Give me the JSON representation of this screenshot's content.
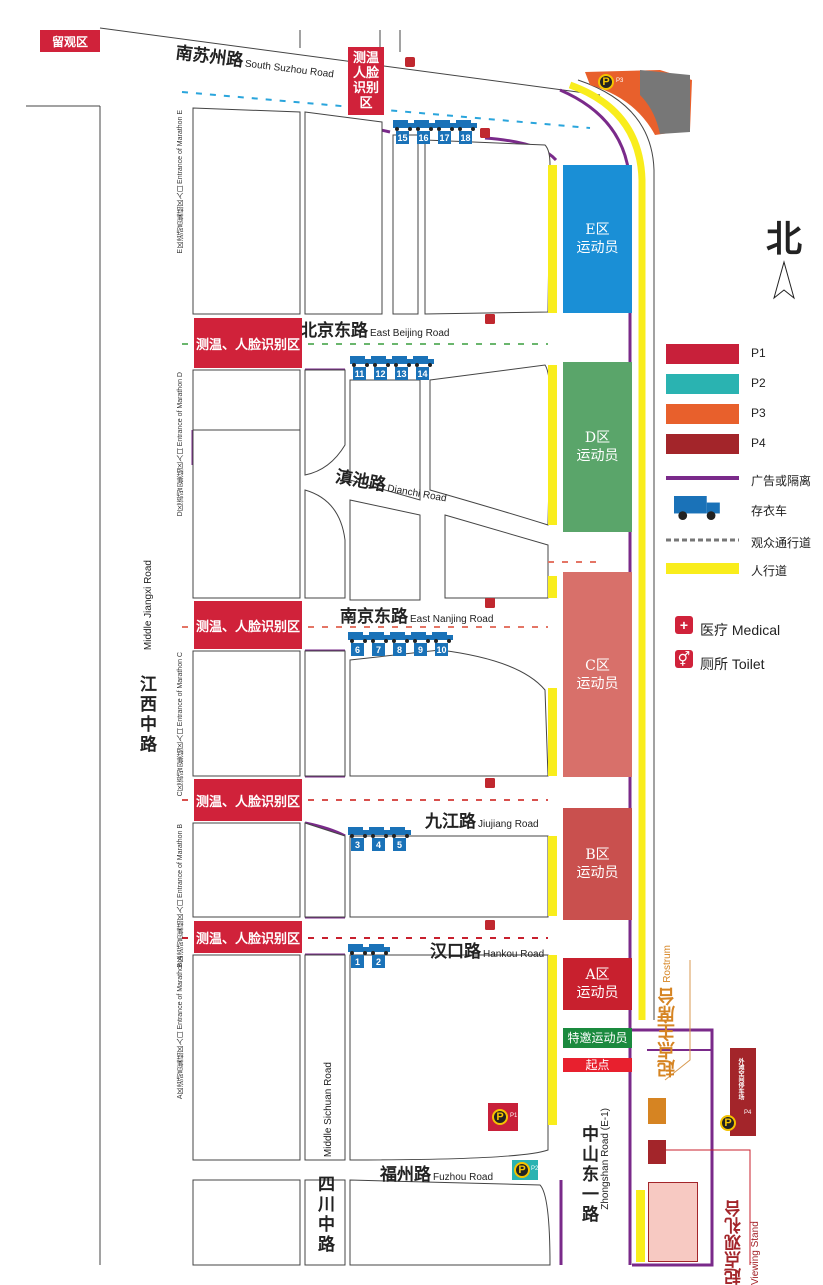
{
  "title_tag": "留观区",
  "north": "北",
  "roads": {
    "south_suzhou": {
      "cn": "南苏州路",
      "en": "South Suzhou Road"
    },
    "east_beijing": {
      "cn": "北京东路",
      "en": "East Beijing Road"
    },
    "dianchi": {
      "cn": "滇池路",
      "en": "Dianchi Road"
    },
    "east_nanjing": {
      "cn": "南京东路",
      "en": "East Nanjing Road"
    },
    "jiujiang": {
      "cn": "九江路",
      "en": "Jiujiang Road"
    },
    "hankou": {
      "cn": "汉口路",
      "en": "Hankou Road"
    },
    "fuzhou": {
      "cn": "福州路",
      "en": "Fuzhou Road"
    },
    "middle_jiangxi": {
      "cn": "江西中路",
      "en": "Middle Jiangxi Road"
    },
    "middle_sichuan": {
      "cn": "四川中路",
      "en": "Middle Sichuan Road"
    },
    "zhongshan_e1": {
      "cn": "中山东一路",
      "en": "Zhongshan Road (E-1)"
    }
  },
  "checkpoints": {
    "top": "测温人脸识别区",
    "d": "测温、人脸识别区",
    "c": "测温、人脸识别区",
    "b": "测温、人脸识别区",
    "a": "测温、人脸识别区"
  },
  "zones": {
    "e": {
      "line1": "E区",
      "line2": "运动员",
      "color": "#1a8fd6"
    },
    "d": {
      "line1": "D区",
      "line2": "运动员",
      "color": "#5aa56a"
    },
    "c": {
      "line1": "C区",
      "line2": "运动员",
      "color": "#d8706a"
    },
    "b": {
      "line1": "B区",
      "line2": "运动员",
      "color": "#c9504e"
    },
    "a": {
      "line1": "A区",
      "line2": "运动员",
      "color": "#c8202e"
    },
    "special": "特邀运动员",
    "start": "起点"
  },
  "entrances": {
    "e": {
      "cn": "E区运动员集结区入口",
      "en": "Entrance of Marathon E"
    },
    "d": {
      "cn": "D区运动员集结区入口",
      "en": "Entrance of Marathon D"
    },
    "c": {
      "cn": "C区运动员集结区入口",
      "en": "Entrance of Marathon C"
    },
    "b": {
      "cn": "B区运动员集结区入口",
      "en": "Entrance of Marathon B"
    },
    "a": {
      "cn": "A区运动员集结区入口",
      "en": "Entrance of Marathon A"
    }
  },
  "trucks": {
    "e": [
      "15",
      "16",
      "17",
      "18"
    ],
    "d": [
      "11",
      "12",
      "13",
      "14"
    ],
    "c": [
      "6",
      "7",
      "8",
      "9",
      "10"
    ],
    "b": [
      "3",
      "4",
      "5"
    ],
    "a": [
      "1",
      "2"
    ]
  },
  "pedestrian_label": "人行道",
  "rostrum": {
    "cn": "起点主席台",
    "en": "Rostrum"
  },
  "viewing": {
    "cn": "起点观礼台",
    "en": "Viewing Stand"
  },
  "parking_symbol": "P",
  "parking_codes": {
    "p3": "P3",
    "p1": "P1",
    "p2": "P2",
    "p4": "P4"
  },
  "foreign_parking": "外滩空间停车场",
  "legend": [
    {
      "label": "P1",
      "color": "#c8203a"
    },
    {
      "label": "P2",
      "color": "#2ab3b1"
    },
    {
      "label": "P3",
      "color": "#e8602c"
    },
    {
      "label": "P4",
      "color": "#a3252a"
    },
    {
      "label": "广告或隔离",
      "color": "#7a2a8a"
    },
    {
      "label": "存衣车",
      "color": "#1a72b8"
    },
    {
      "label": "观众通行道",
      "color": "#888888"
    },
    {
      "label": "人行道",
      "color": "#f9ed1c"
    },
    {
      "label": "医疗 Medical",
      "color": "#d0223a"
    },
    {
      "label": "厕所 Toilet",
      "color": "#d0223a"
    }
  ]
}
